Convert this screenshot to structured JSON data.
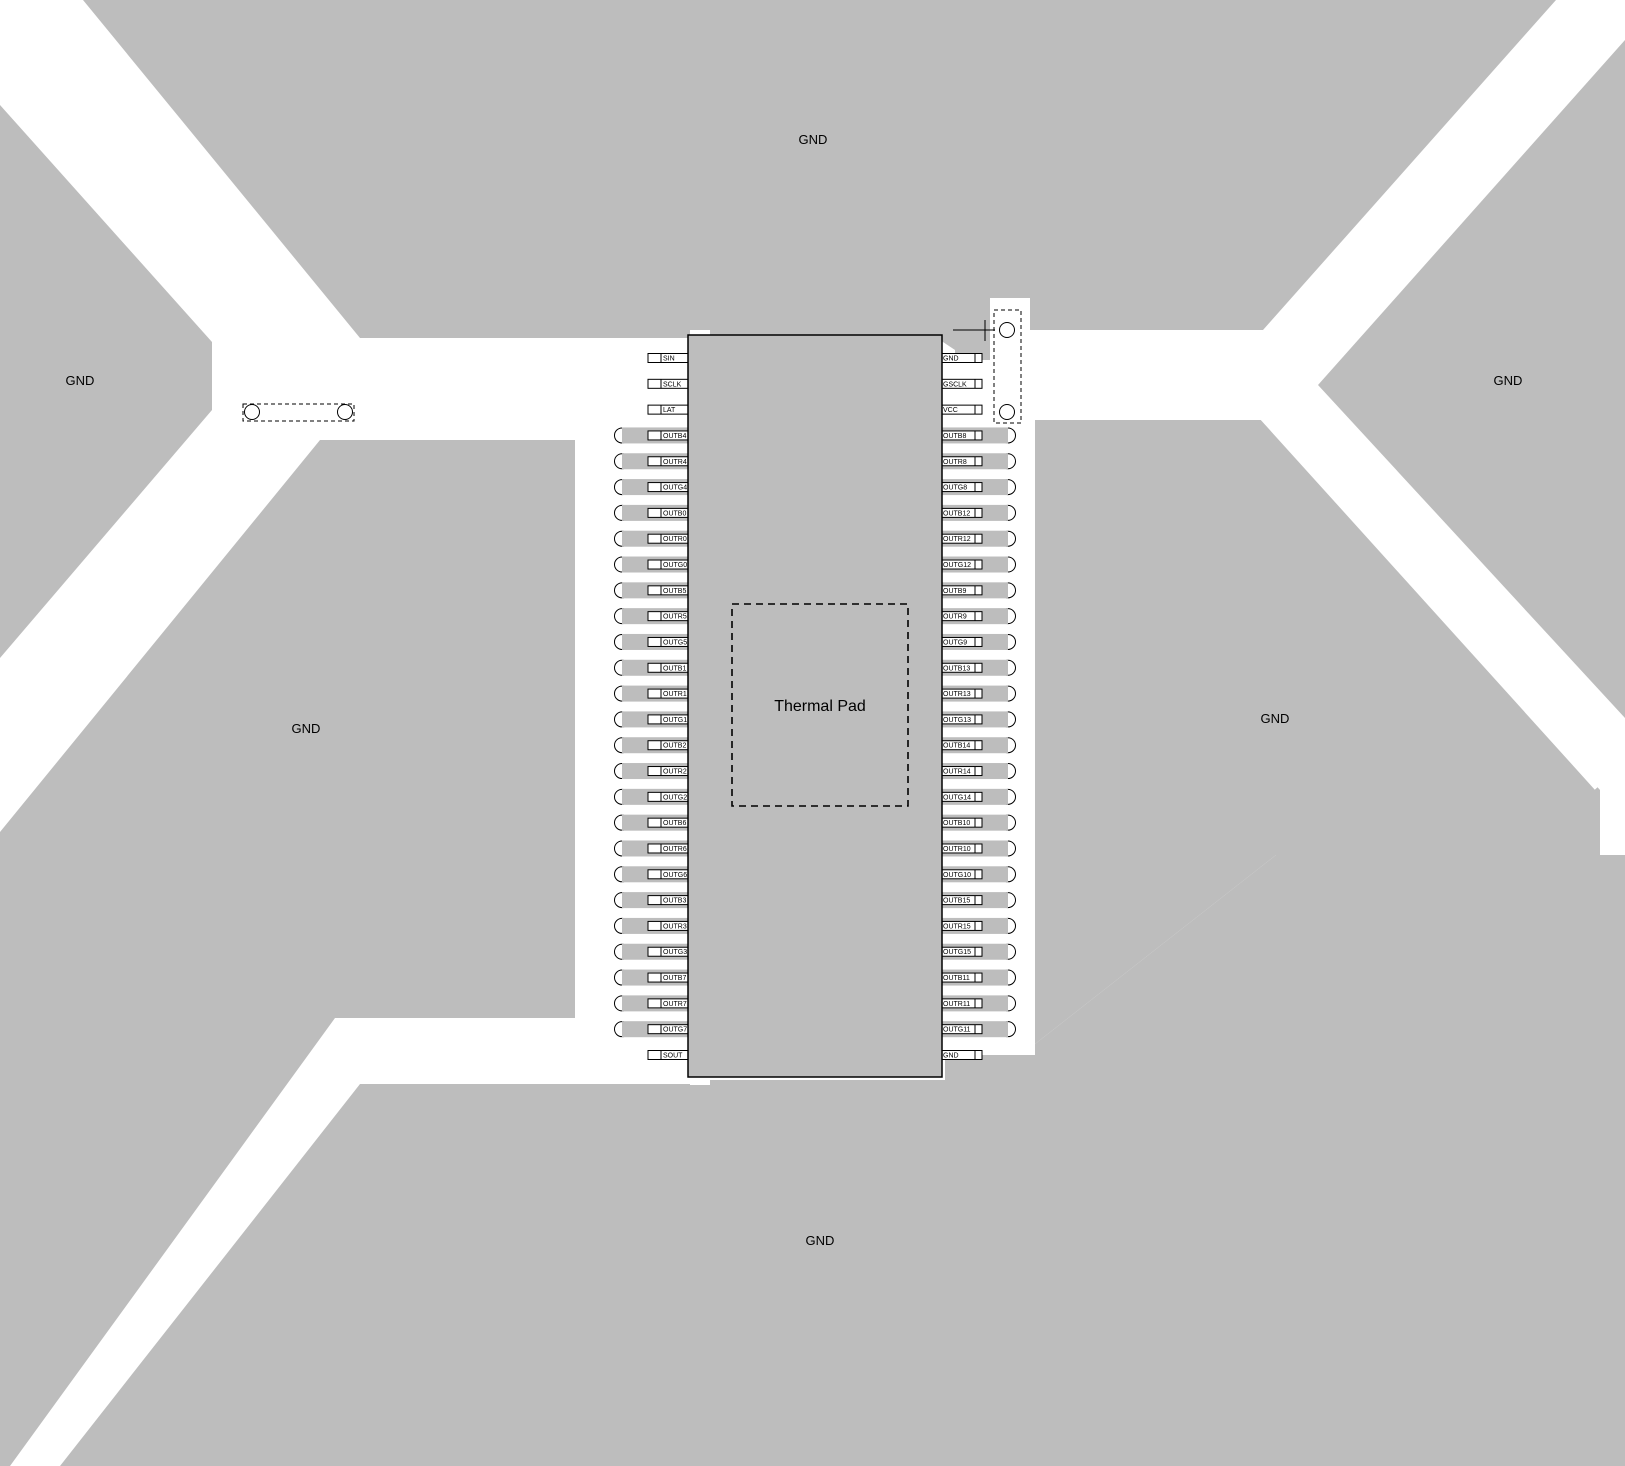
{
  "thermal_pad": {
    "label": "Thermal Pad"
  },
  "ground_labels": [
    "GND",
    "GND",
    "GND",
    "GND",
    "GND",
    "GND"
  ],
  "left_pins": [
    "SIN",
    "SCLK",
    "LAT",
    "OUTB4",
    "OUTR4",
    "OUTG4",
    "OUTB0",
    "OUTR0",
    "OUTG0",
    "OUTB5",
    "OUTR5",
    "OUTG5",
    "OUTB1",
    "OUTR1",
    "OUTG1",
    "OUTB2",
    "OUTR2",
    "OUTG2",
    "OUTB6",
    "OUTR6",
    "OUTG6",
    "OUTB3",
    "OUTR3",
    "OUTG3",
    "OUTB7",
    "OUTR7",
    "OUTG7",
    "SOUT"
  ],
  "right_pins": [
    "GND",
    "GSCLK",
    "VCC",
    "OUTB8",
    "OUTR8",
    "OUTG8",
    "OUTB12",
    "OUTR12",
    "OUTG12",
    "OUTB9",
    "OUTR9",
    "OUTG9",
    "OUTB13",
    "OUTR13",
    "OUTG13",
    "OUTB14",
    "OUTR14",
    "OUTG14",
    "OUTB10",
    "OUTR10",
    "OUTG10",
    "OUTB15",
    "OUTR15",
    "OUTG15",
    "OUTB11",
    "OUTR11",
    "OUTG11",
    "GND"
  ],
  "colors": {
    "copper_pour": "#bdbdbd",
    "clearance": "#ffffff",
    "outline": "#000000"
  }
}
